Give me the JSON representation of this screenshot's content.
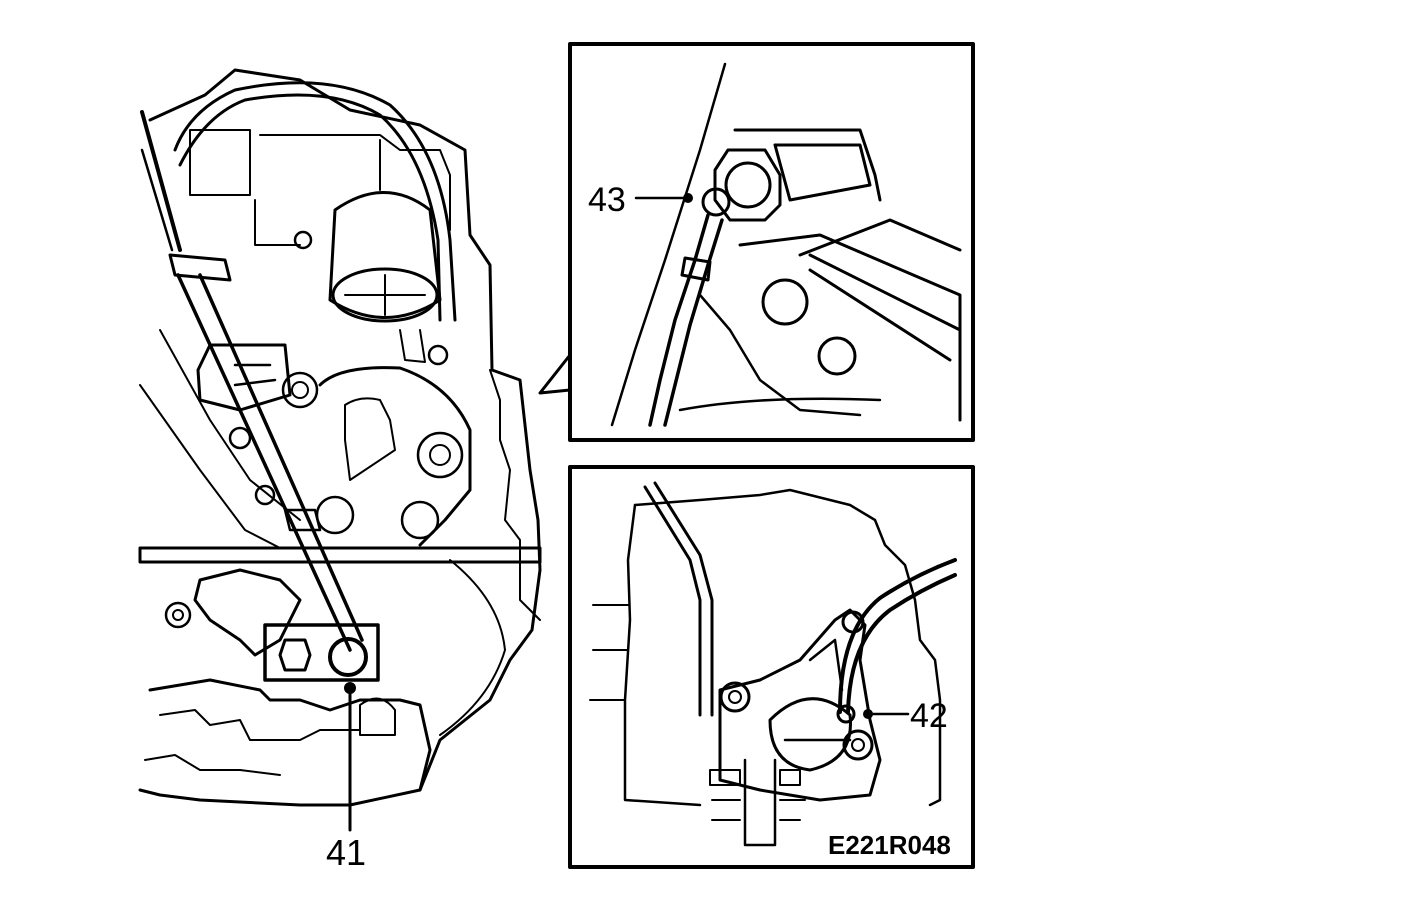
{
  "labels": {
    "callout_41": "41",
    "callout_42": "42",
    "callout_43": "43",
    "figure_code": "E221R048"
  }
}
